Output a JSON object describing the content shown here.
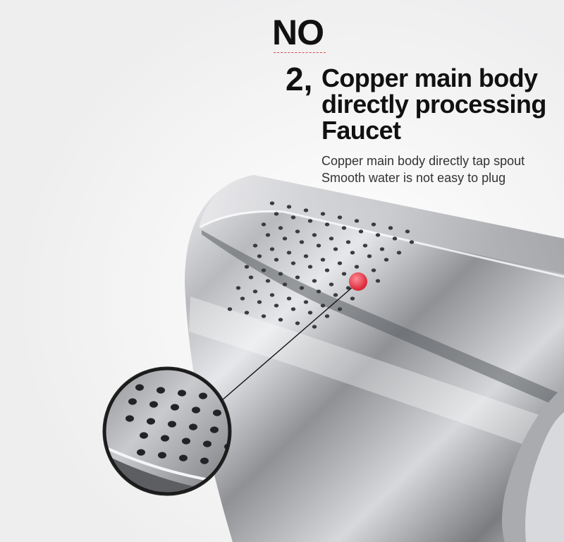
{
  "heading": {
    "no_label": "NO",
    "number": "2,",
    "title_lines": [
      "Copper main body",
      "directly processing",
      "Faucet"
    ]
  },
  "description": {
    "lines": [
      "Copper main body directly tap spout",
      "Smooth water is not easy to plug"
    ]
  },
  "colors": {
    "background": "#f7f7f8",
    "text": "#111111",
    "accent_red": "#e33a47",
    "chrome_light": "#f2f2f4",
    "chrome_dark": "#6d6f73"
  },
  "illustration": {
    "main_object": "chrome-faucet-spray-head",
    "callout": "magnified-nozzle-holes"
  }
}
